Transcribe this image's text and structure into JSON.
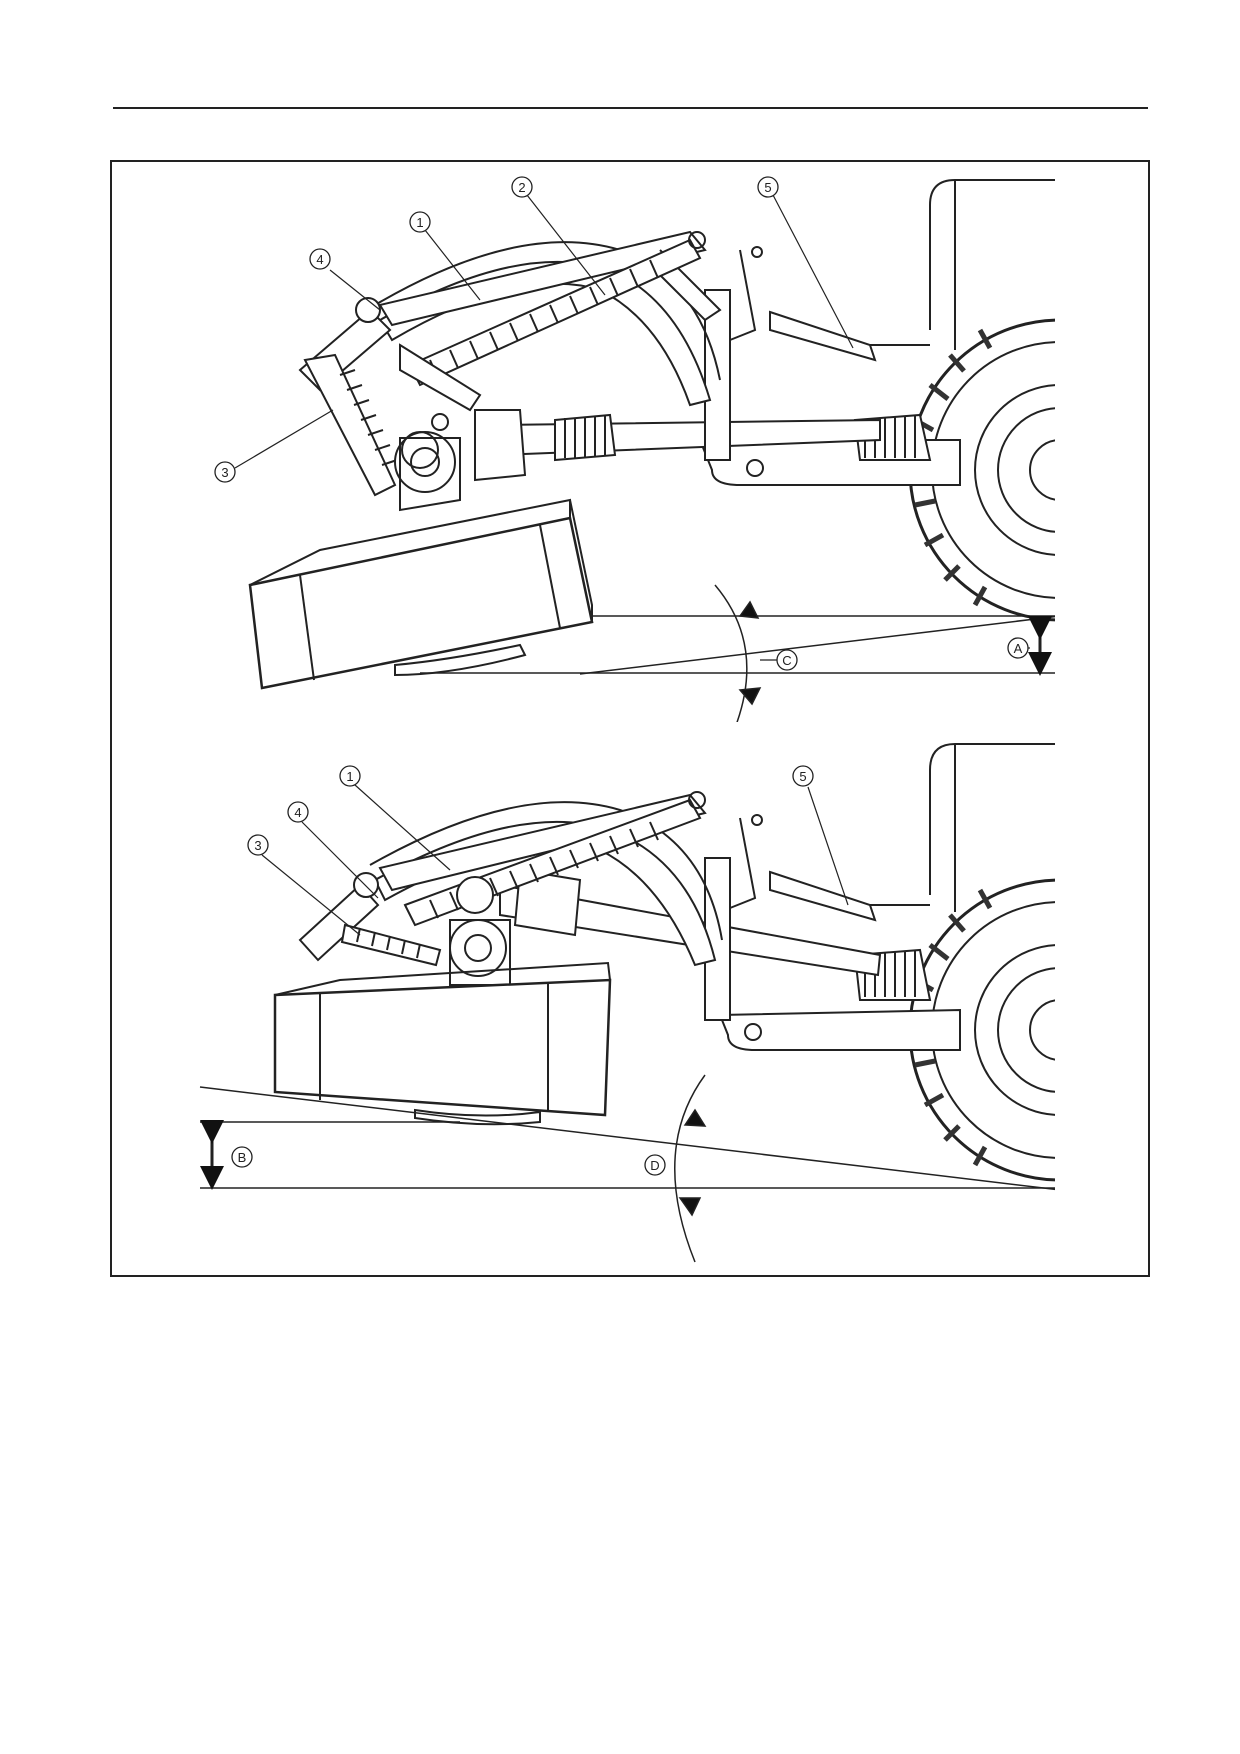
{
  "figure": {
    "upper_view": {
      "callouts": [
        "1",
        "2",
        "3",
        "4",
        "5"
      ],
      "dimension_labels": [
        "A",
        "C"
      ]
    },
    "lower_view": {
      "callouts": [
        "1",
        "3",
        "4",
        "5"
      ],
      "dimension_labels": [
        "B",
        "D"
      ]
    }
  }
}
